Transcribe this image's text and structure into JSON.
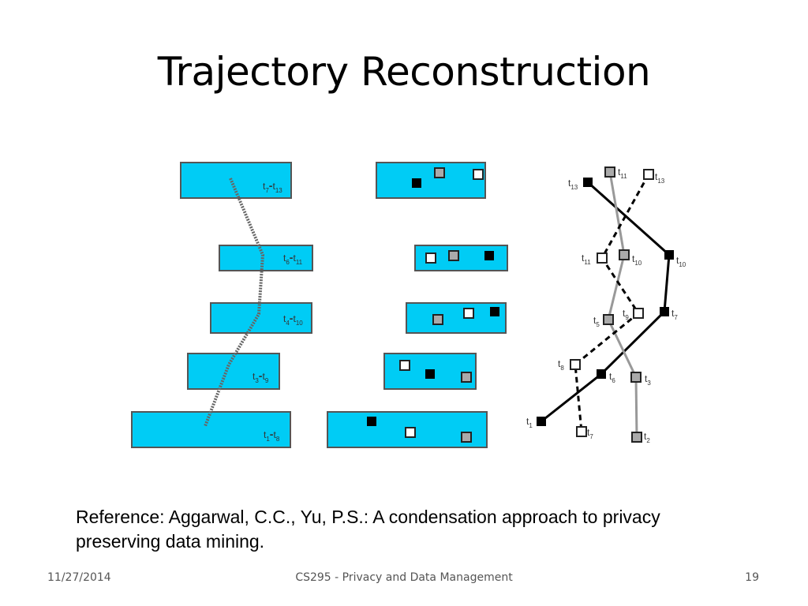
{
  "slide": {
    "title": "Trajectory Reconstruction",
    "reference_line1": "Reference: Aggarwal, C.C., Yu, P.S.: A condensation approach to privacy",
    "reference_line2": "preserving data mining."
  },
  "footer": {
    "date": "11/27/2014",
    "center": "CS295 - Privacy and Data Management",
    "page": "19"
  },
  "diagram": {
    "box_color": "#00ccf5",
    "range_boxes": [
      {
        "a": "7",
        "b": "13"
      },
      {
        "a": "6",
        "b": "11"
      },
      {
        "a": "4",
        "b": "10"
      },
      {
        "a": "3",
        "b": "9"
      },
      {
        "a": "1",
        "b": "8"
      }
    ],
    "trajectories": [
      {
        "style": "solid-black",
        "points": [
          "13",
          "10",
          "7",
          "6",
          "1"
        ]
      },
      {
        "style": "solid-gray",
        "points": [
          "11",
          "10",
          "5",
          "3",
          "2"
        ]
      },
      {
        "style": "dashed-white",
        "points": [
          "13",
          "11",
          "9",
          "8",
          "7"
        ]
      }
    ]
  }
}
